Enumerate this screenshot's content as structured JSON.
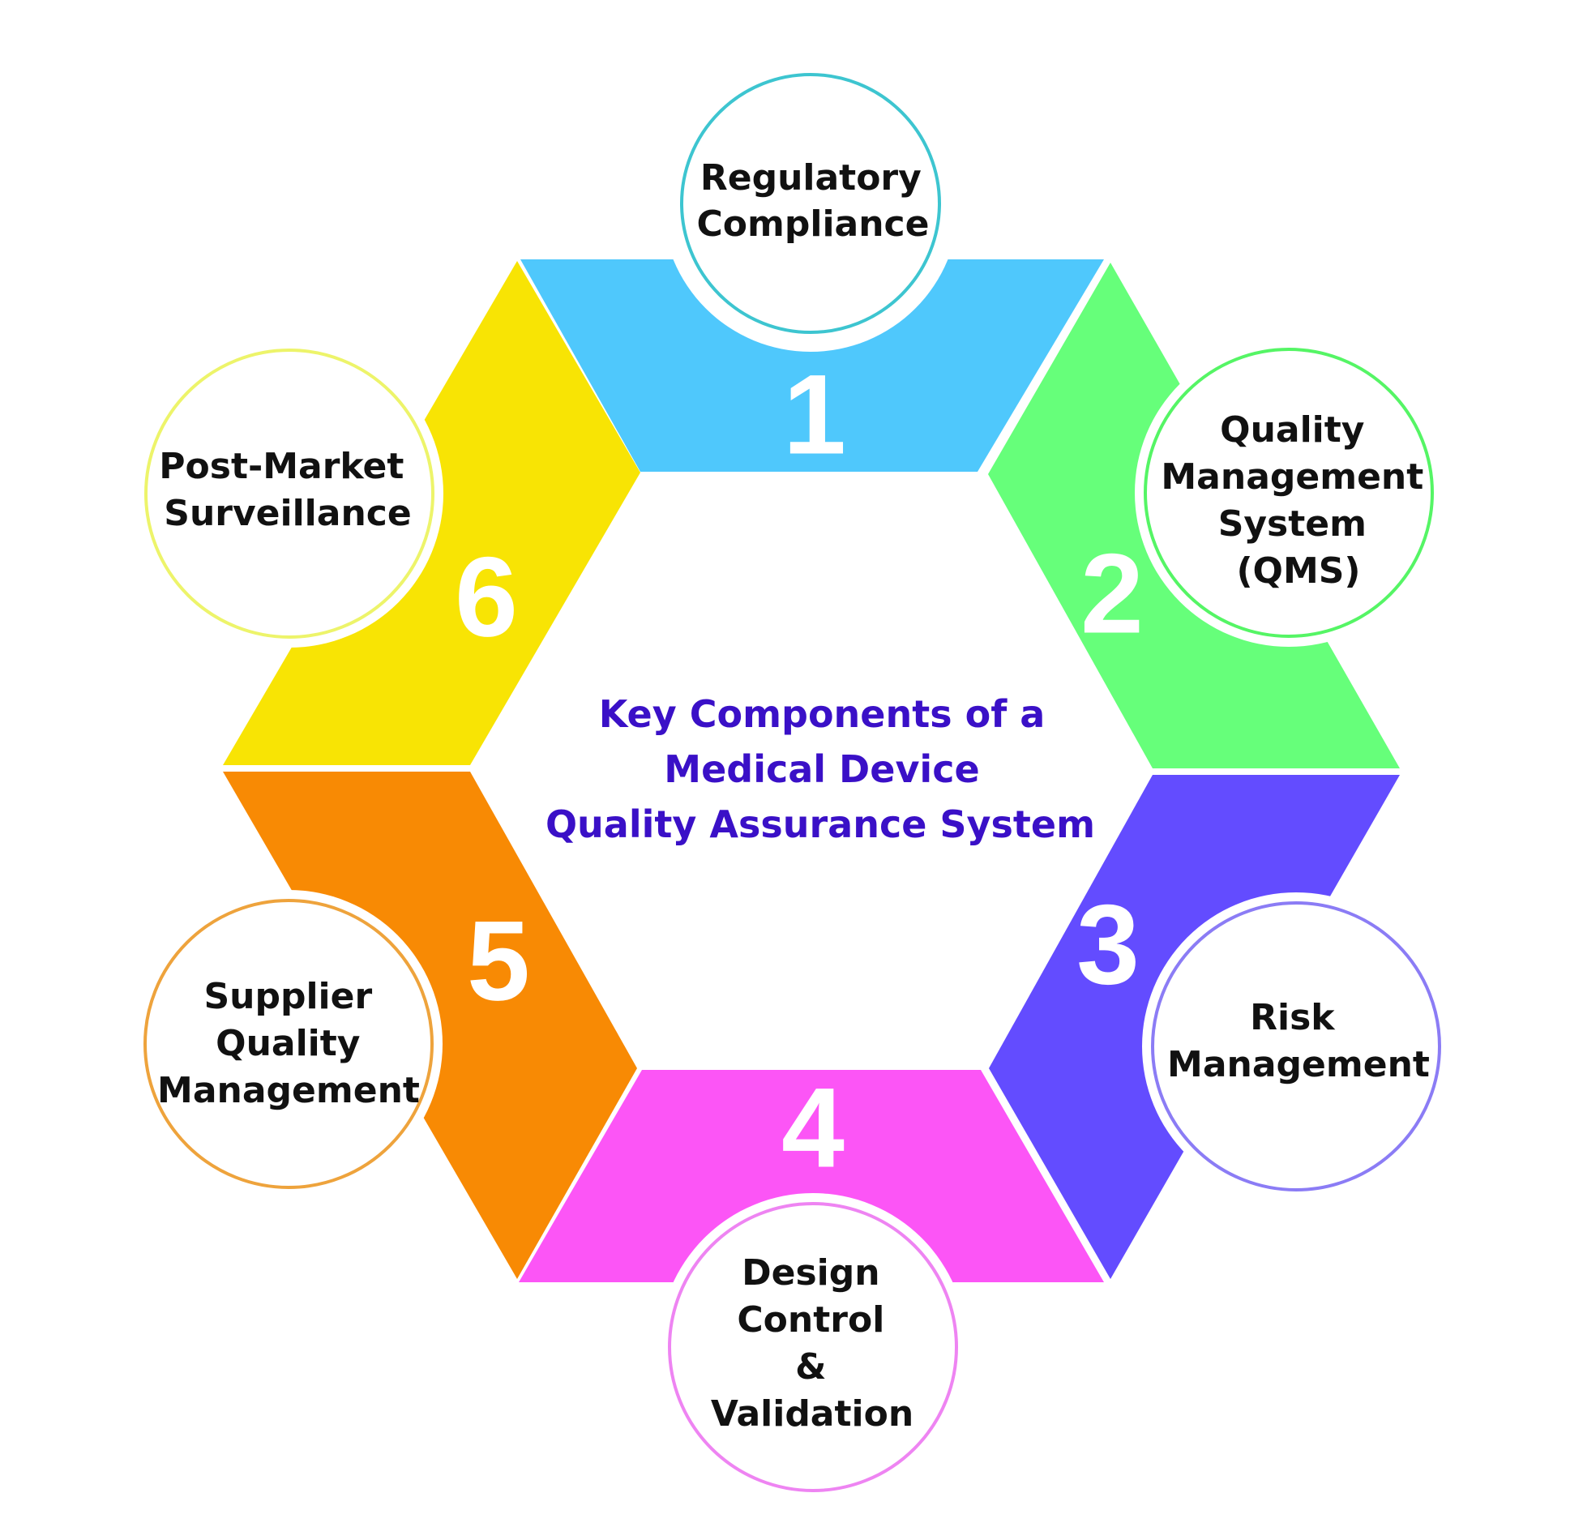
{
  "title_lines": [
    "Key Components of a",
    "Medical Device",
    "Quality Assurance System"
  ],
  "title_color": "#3A10C7",
  "segments": [
    {
      "number": "1",
      "color": "#4FC8FC",
      "circle_color": "#3DC5D0",
      "label_lines": [
        "Regulatory",
        "Compliance"
      ]
    },
    {
      "number": "2",
      "color": "#66FF7A",
      "circle_color": "#55F565",
      "label_lines": [
        "Quality",
        "Management",
        "System",
        "(QMS)"
      ]
    },
    {
      "number": "3",
      "color": "#634CFF",
      "circle_color": "#8B7CF5",
      "label_lines": [
        "Risk",
        "Management"
      ]
    },
    {
      "number": "4",
      "color": "#FC55F6",
      "circle_color": "#EE84F2",
      "label_lines": [
        "Design",
        "Control",
        "&",
        "Validation"
      ]
    },
    {
      "number": "5",
      "color": "#F88A04",
      "circle_color": "#EEA33C",
      "label_lines": [
        "Supplier",
        "Quality",
        "Management"
      ]
    },
    {
      "number": "6",
      "color": "#F8E404",
      "circle_color": "#EDF46A",
      "label_lines": [
        "Post-Market",
        "Surveillance"
      ]
    }
  ]
}
